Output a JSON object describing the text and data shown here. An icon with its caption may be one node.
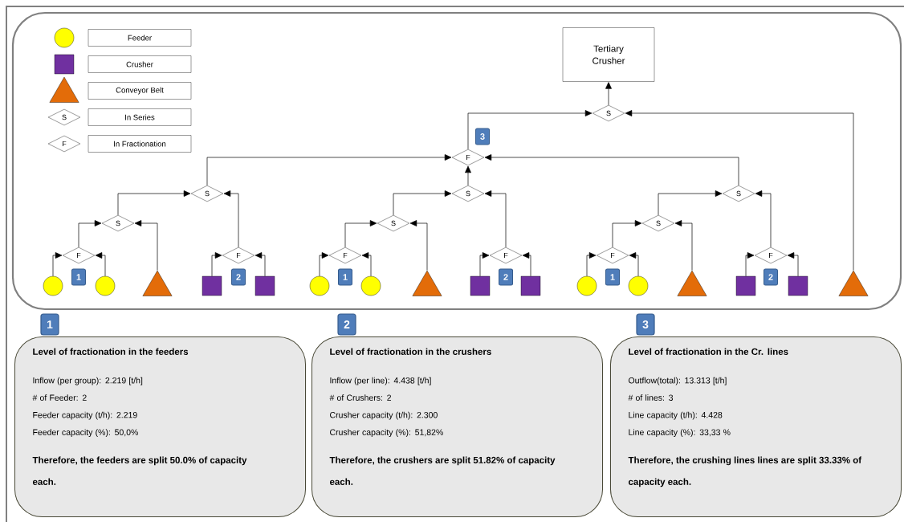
{
  "diagram": {
    "nodes": [
      {
        "text": [
          "Tertiary Crusher"
        ]
      },
      {
        "text": [
          "S"
        ]
      },
      {
        "text": [
          "F"
        ],
        "beside": [
          "3"
        ]
      },
      {
        "text": [
          "S"
        ]
      },
      {
        "text": [
          "S"
        ]
      },
      {
        "text": [
          "F"
        ],
        "beside": [
          "1"
        ]
      },
      {
        "text": [],
        "shape": "circle"
      },
      {
        "text": [],
        "shape": "circle"
      },
      {
        "text": [],
        "shape": "triangle"
      },
      {
        "text": [
          "F"
        ],
        "beside": [
          "2"
        ]
      },
      {
        "text": [],
        "shape": "box"
      },
      {
        "text": [],
        "shape": "box"
      },
      {
        "text": [
          "S"
        ]
      },
      {
        "text": [
          "S"
        ]
      },
      {
        "text": [
          "F"
        ],
        "beside": [
          "1"
        ]
      },
      {
        "text": [],
        "shape": "circle"
      },
      {
        "text": [],
        "shape": "circle"
      },
      {
        "text": [],
        "shape": "triangle"
      },
      {
        "text": [
          "F"
        ],
        "beside": [
          "2"
        ]
      },
      {
        "text": [],
        "shape": "box"
      },
      {
        "text": [],
        "shape": "box"
      },
      {
        "text": [
          "S"
        ]
      },
      {
        "text": [
          "S"
        ]
      },
      {
        "text": [
          "F"
        ],
        "beside": [
          "1"
        ]
      },
      {
        "text": [],
        "shape": "circle"
      },
      {
        "text": [],
        "shape": "circle"
      },
      {
        "text": [],
        "shape": "triangle"
      },
      {
        "text": [
          "F"
        ],
        "beside": [
          "2"
        ]
      },
      {
        "text": [],
        "shape": "box"
      },
      {
        "text": [],
        "shape": "box"
      },
      {
        "text": [],
        "shape": "triangle"
      },
      {
        "text": [
          "Level of fractionation in the feeders",
          "Inflow (per group): 2.219 [t/h]",
          "# of Feeder: 2",
          "Feeder capacity (t/h): 2.219",
          "Feeder capacity (%): 50,0%",
          "Therefore, the feeders are split 50.0% of capacity each."
        ],
        "beside": [
          "1"
        ]
      },
      {
        "text": [
          "Level of fractionation in the crushers",
          "Inflow (per line): 4.438 [t/h]",
          "# of Crushers: 2",
          "Crusher capacity (t/h): 2.300",
          "Crusher capacity (%): 51,82%",
          "Therefore, the crushers are split 51.82% of capacity each."
        ],
        "beside": [
          "2"
        ]
      },
      {
        "text": [
          "Level of fractionation in the Cr. lines",
          "Outflow(total): 13.313 [t/h]",
          "# of lines: 3",
          "Line capacity (t/h): 4.428",
          "Line capacity (%): 33,33 %",
          "Therefore, the crushing lines lines are split 33.33% of capacity each."
        ],
        "beside": [
          "3"
        ]
      }
    ],
    "edges": [
      {
        "from": 1,
        "to": 0,
        "arrow": "to"
      },
      {
        "from": 2,
        "to": 1,
        "arrow": "to"
      },
      {
        "from": 30,
        "to": 1,
        "arrow": "to"
      },
      {
        "from": 3,
        "to": 2,
        "arrow": "to"
      },
      {
        "from": 4,
        "to": 3,
        "arrow": "to"
      },
      {
        "from": 9,
        "to": 3,
        "arrow": "to"
      },
      {
        "from": 5,
        "to": 4,
        "arrow": "to"
      },
      {
        "from": 8,
        "to": 4,
        "arrow": "to"
      },
      {
        "from": 6,
        "to": 5,
        "arrow": "to"
      },
      {
        "from": 7,
        "to": 5,
        "arrow": "to"
      },
      {
        "from": 10,
        "to": 9,
        "arrow": "to"
      },
      {
        "from": 11,
        "to": 9,
        "arrow": "to"
      },
      {
        "from": 12,
        "to": 2,
        "arrow": "to"
      },
      {
        "from": 13,
        "to": 12,
        "arrow": "to"
      },
      {
        "from": 18,
        "to": 12,
        "arrow": "to"
      },
      {
        "from": 14,
        "to": 13,
        "arrow": "to"
      },
      {
        "from": 17,
        "to": 13,
        "arrow": "to"
      },
      {
        "from": 15,
        "to": 14,
        "arrow": "to"
      },
      {
        "from": 16,
        "to": 14,
        "arrow": "to"
      },
      {
        "from": 19,
        "to": 18,
        "arrow": "to"
      },
      {
        "from": 20,
        "to": 18,
        "arrow": "to"
      },
      {
        "from": 21,
        "to": 2,
        "arrow": "to"
      },
      {
        "from": 22,
        "to": 21,
        "arrow": "to"
      },
      {
        "from": 27,
        "to": 21,
        "arrow": "to"
      },
      {
        "from": 23,
        "to": 22,
        "arrow": "to"
      },
      {
        "from": 26,
        "to": 22,
        "arrow": "to"
      },
      {
        "from": 24,
        "to": 23,
        "arrow": "to"
      },
      {
        "from": 25,
        "to": 23,
        "arrow": "to"
      },
      {
        "from": 28,
        "to": 27,
        "arrow": "to"
      },
      {
        "from": 29,
        "to": 27,
        "arrow": "to"
      }
    ],
    "labels": [
      "S",
      "F"
    ],
    "legend": [
      {
        "text": "Feeder",
        "color": "#ffff00"
      },
      {
        "text": "Crusher",
        "color": "#7030a0"
      },
      {
        "text": "Conveyor Belt",
        "color": "#e36c09"
      },
      {
        "text": "In Series"
      },
      {
        "text": "In Fractionation"
      }
    ]
  }
}
